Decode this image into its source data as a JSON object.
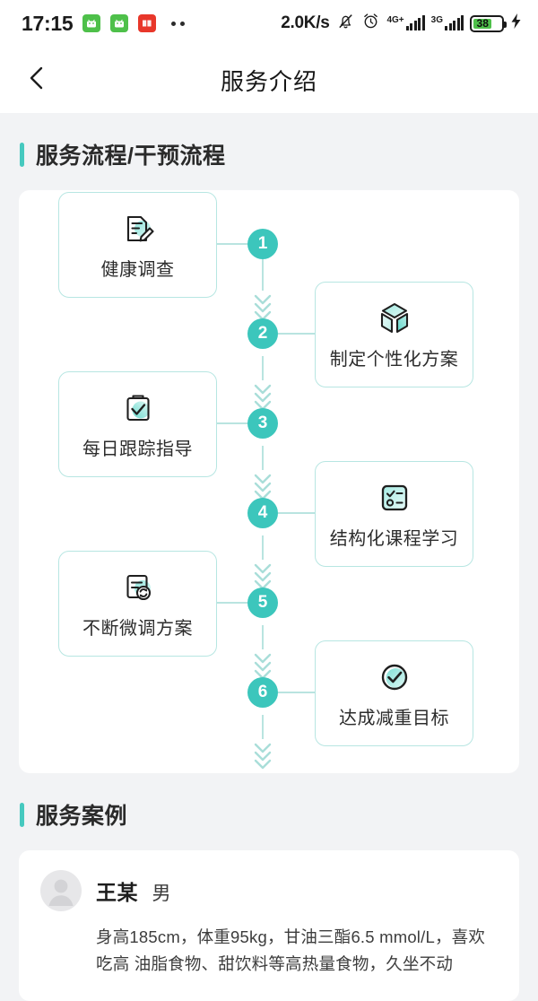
{
  "status_bar": {
    "time": "17:15",
    "app_icons": [
      "android-app-icon",
      "android-app-icon",
      "red-badge-icon"
    ],
    "more_icon": "two-dots-icon",
    "net_speed": "2.0K/s",
    "mute_icon": "bell-muted-icon",
    "alarm_icon": "alarm-clock-icon",
    "signal_1_label": "4G+",
    "signal_2_label": "3G",
    "battery_level": "38",
    "charging_icon": "lightning-bolt-icon"
  },
  "nav": {
    "back_icon": "chevron-left-icon",
    "title": "服务介绍"
  },
  "sections": {
    "flow": {
      "title": "服务流程/干预流程"
    },
    "cases": {
      "title": "服务案例"
    }
  },
  "flow_steps": [
    {
      "number": "1",
      "label": "健康调查",
      "icon": "document-edit-icon",
      "side": "left"
    },
    {
      "number": "2",
      "label": "制定个性化方案",
      "icon": "cube-3d-icon",
      "side": "right"
    },
    {
      "number": "3",
      "label": "每日跟踪指导",
      "icon": "clipboard-check-icon",
      "side": "right"
    },
    {
      "number": "4",
      "label": "结构化课程学习",
      "icon": "task-list-icon",
      "side": "right"
    },
    {
      "number": "5",
      "label": "不断微调方案",
      "icon": "document-refresh-icon",
      "side": "left"
    },
    {
      "number": "6",
      "label": "达成减重目标",
      "icon": "circle-check-icon",
      "side": "right"
    }
  ],
  "case": {
    "avatar_icon": "user-avatar-icon",
    "name": "王某",
    "gender": "男",
    "description": "身高185cm，体重95kg，甘油三酯6.5 mmol/L，喜欢吃高 油脂食物、甜饮料等高热量食物，久坐不动"
  },
  "theme": {
    "accent": "#3cc6bc",
    "card_border": "#b7e6e2",
    "page_bg": "#f2f3f5",
    "battery_green": "#4ec04a"
  }
}
